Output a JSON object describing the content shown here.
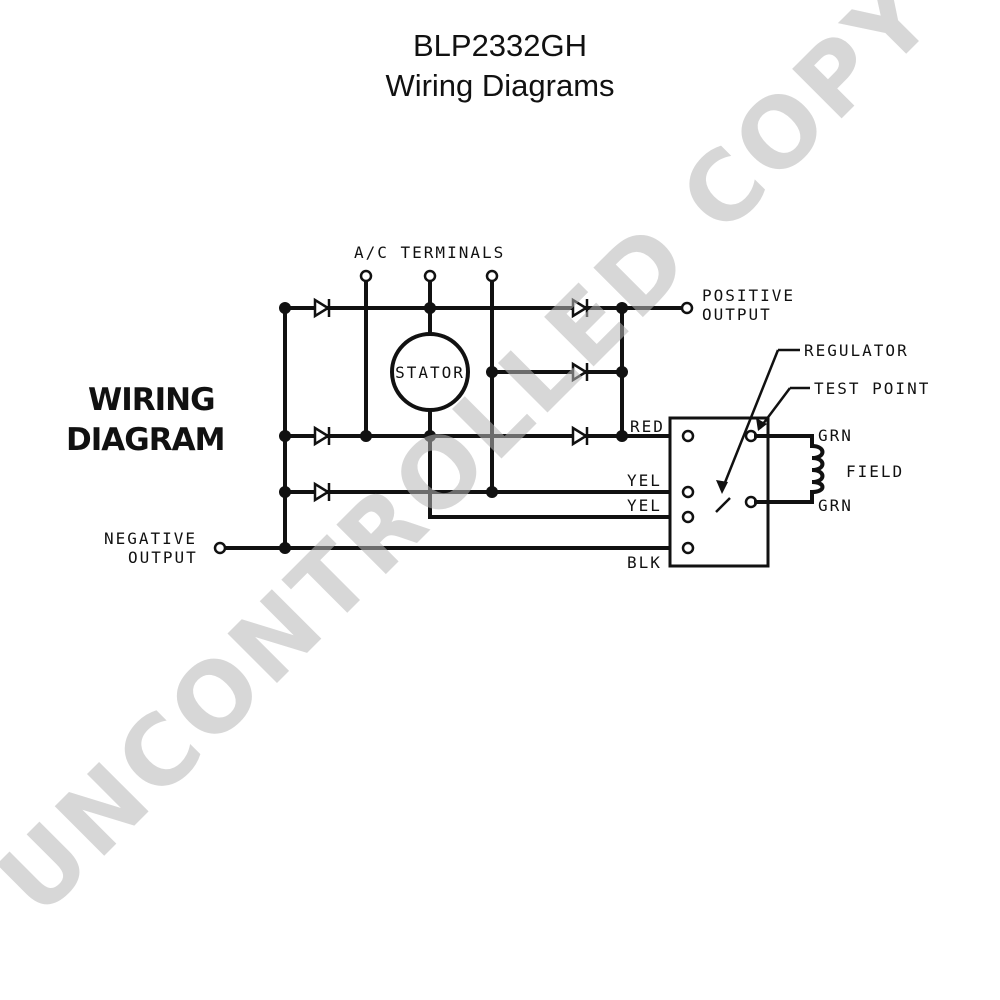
{
  "header": {
    "part_number": "BLP2332GH",
    "subtitle": "Wiring Diagrams"
  },
  "diagram": {
    "side_label_line1": "WIRING",
    "side_label_line2": "DIAGRAM",
    "ac_terminals": "A/C TERMINALS",
    "stator": "STATOR",
    "positive_line1": "POSITIVE",
    "positive_line2": "OUTPUT",
    "negative_line1": "NEGATIVE",
    "negative_line2": "OUTPUT",
    "regulator": "REGULATOR",
    "test_point": "TEST POINT",
    "field": "FIELD",
    "wire_labels": {
      "red": "RED",
      "yel1": "YEL",
      "yel2": "YEL",
      "blk": "BLK",
      "grn1": "GRN",
      "grn2": "GRN"
    }
  },
  "watermark": "UNCONTROLLED COPY",
  "colors": {
    "ink": "#111111",
    "watermark": "#b8b8b8",
    "background": "#ffffff"
  }
}
